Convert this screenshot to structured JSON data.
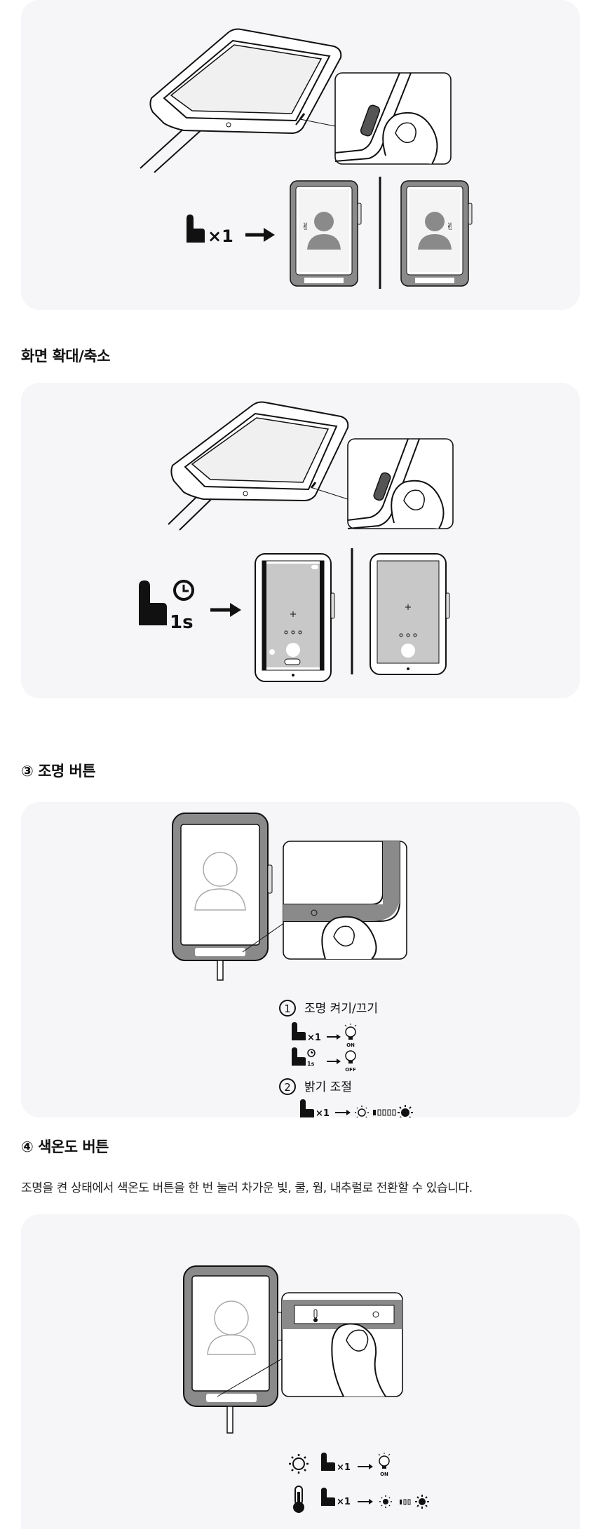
{
  "sections": {
    "zoom": {
      "title": "화면 확대/축소"
    },
    "light": {
      "title": "③ 조명 버튼",
      "step1": {
        "num": "1",
        "label": "조명 켜기/끄기"
      },
      "step2": {
        "num": "2",
        "label": "밝기 조절"
      },
      "on_label": "ON",
      "off_label": "OFF"
    },
    "color_temp": {
      "title": "④ 색온도 버튼",
      "description": "조명을 켠 상태에서 색온도 버튼을 한 번 눌러 차가운 빛, 쿨, 웜, 내추럴로 전환할 수 있습니다.",
      "on_label": "ON"
    }
  },
  "instructions": {
    "tap_x1": "×1",
    "hold_1s": "1s"
  },
  "colors": {
    "panel_bg": "#f6f6f9",
    "device_gray": "#8a8a8a",
    "line": "#1a1a1a"
  }
}
